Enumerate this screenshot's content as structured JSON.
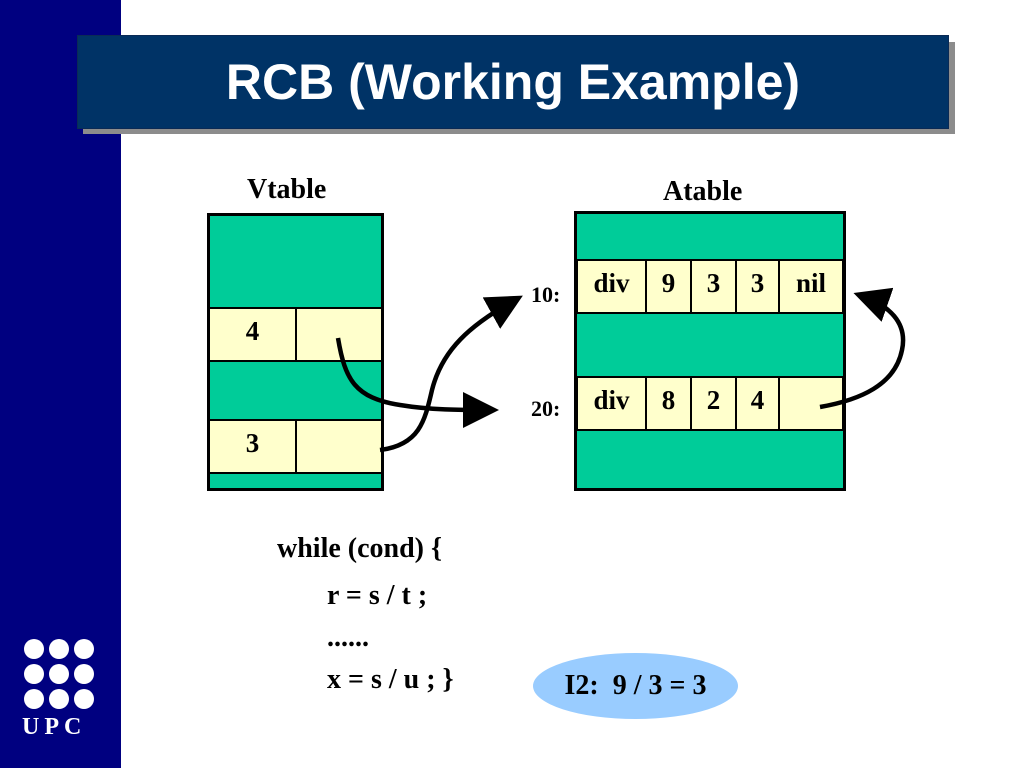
{
  "title": "RCB (Working Example)",
  "logo": {
    "text": "UPC"
  },
  "vtable": {
    "label": "Vtable",
    "rows": [
      {
        "value": "4"
      },
      {
        "value": "3"
      }
    ]
  },
  "atable": {
    "label": "Atable",
    "rows": [
      {
        "address": "10:",
        "cells": [
          "div",
          "9",
          "3",
          "3",
          "nil"
        ]
      },
      {
        "address": "20:",
        "cells": [
          "div",
          "8",
          "2",
          "4",
          ""
        ]
      }
    ]
  },
  "code": [
    "while (cond) {",
    "r = s / t ;",
    "......",
    "x = s / u ; }"
  ],
  "result": "I2:  9 / 3 = 3",
  "colors": {
    "sidebar": "#000080",
    "title_bar": "#003366",
    "table_fill": "#00cc99",
    "row_fill": "#ffffcc",
    "result_fill": "#99ccff"
  }
}
